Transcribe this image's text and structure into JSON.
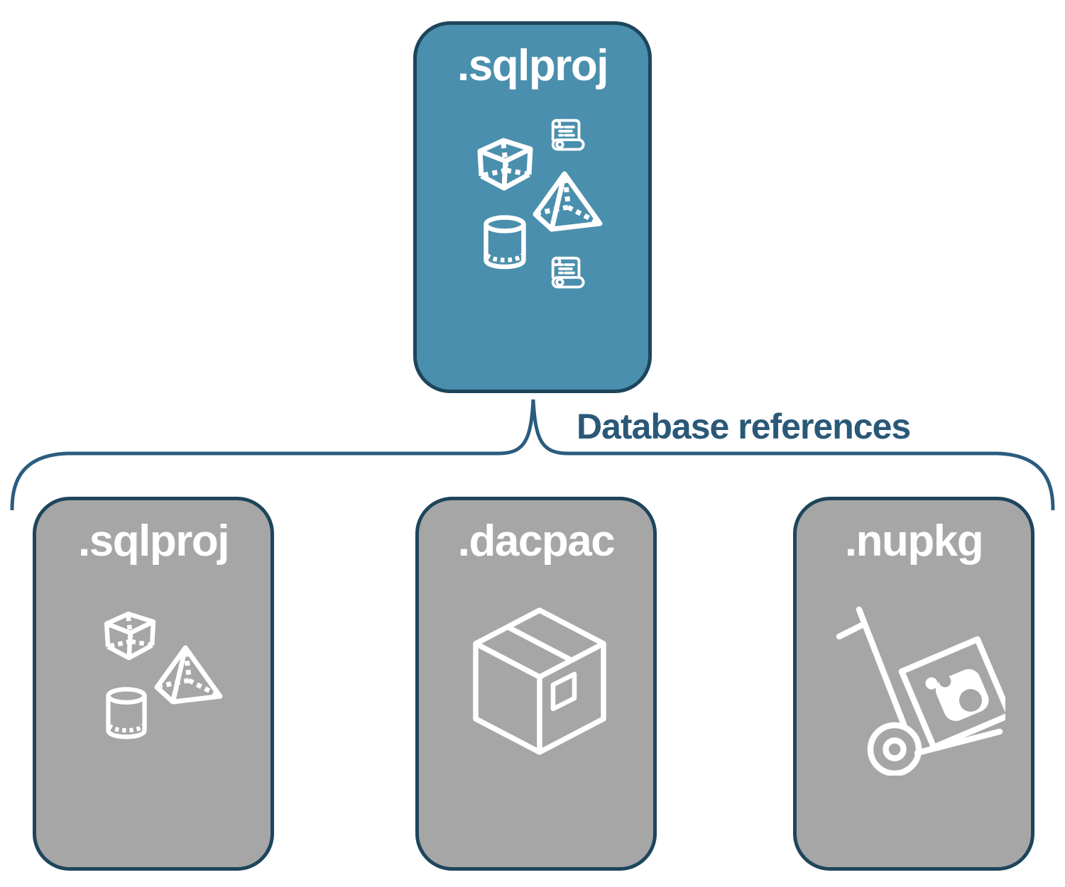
{
  "connector": {
    "label": "Database references"
  },
  "root_node": {
    "label": ".sqlproj",
    "icons": [
      "cube-icon",
      "scroll-icon",
      "pyramid-icon",
      "cylinder-icon",
      "scroll-icon"
    ]
  },
  "child_nodes": [
    {
      "label": ".sqlproj",
      "icons": [
        "cube-icon",
        "pyramid-icon",
        "cylinder-icon"
      ]
    },
    {
      "label": ".dacpac",
      "icons": [
        "package-box-icon"
      ]
    },
    {
      "label": ".nupkg",
      "icons": [
        "hand-truck-nuget-icon"
      ]
    }
  ],
  "colors": {
    "accent": "#4A8FAD",
    "node_gray": "#A6A6A6",
    "border": "#1E455C",
    "line": "#2B5C80",
    "label_text": "#2A5878",
    "icon": "#FFFFFF",
    "background": "#FFFFFF"
  }
}
